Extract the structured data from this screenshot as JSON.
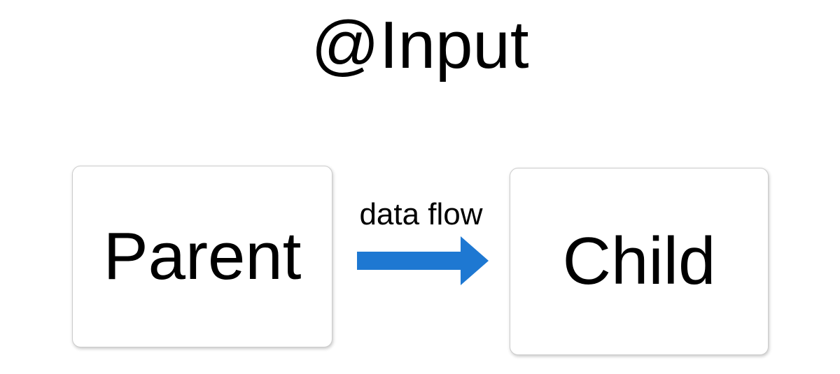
{
  "diagram": {
    "title": "@Input",
    "nodes": [
      {
        "id": "parent",
        "label": "Parent"
      },
      {
        "id": "child",
        "label": "Child"
      }
    ],
    "edge": {
      "from": "parent",
      "to": "child",
      "label": "data flow",
      "direction": "left-to-right"
    },
    "colors": {
      "arrow": "#1e78d2",
      "node_border": "#cccccc",
      "node_background": "#ffffff",
      "text": "#000000",
      "background": "#ffffff"
    }
  }
}
